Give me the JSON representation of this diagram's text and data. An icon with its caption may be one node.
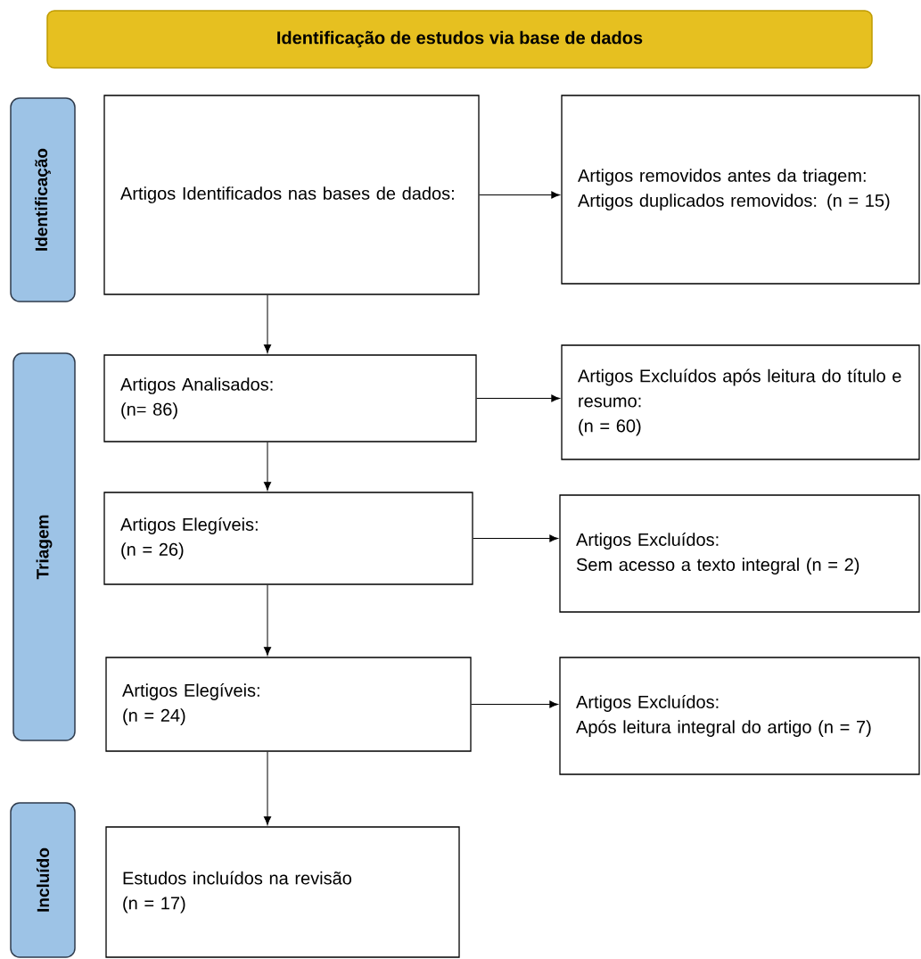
{
  "diagram": {
    "nodes": [
      {
        "text": [
          "Identificação de estudos via base de dados"
        ]
      },
      {
        "text": [
          "Identificação"
        ]
      },
      {
        "text": [
          "Triagem"
        ]
      },
      {
        "text": [
          "Incluído"
        ]
      },
      {
        "text": [
          "Artigos Identificados nas bases de dados:"
        ]
      },
      {
        "text": [
          "Artigos removidos antes da triagem:",
          "Artigos duplicados removidos: (n = 15)"
        ]
      },
      {
        "text": [
          "Artigos Analisados:",
          "(n= 86)"
        ]
      },
      {
        "text": [
          "Artigos Excluídos após leitura do título e resumo:",
          "(n = 60)"
        ]
      },
      {
        "text": [
          "Artigos Elegíveis:",
          "(n = 26)"
        ]
      },
      {
        "text": [
          "Artigos Excluídos:",
          "Sem acesso a texto integral (n = 2)"
        ]
      },
      {
        "text": [
          "Artigos Elegíveis:",
          "(n = 24)"
        ]
      },
      {
        "text": [
          "Artigos Excluídos:",
          "Após leitura integral do artigo (n = 7)"
        ]
      },
      {
        "text": [
          "Estudos incluídos na revisão",
          "(n = 17)"
        ]
      }
    ],
    "edges": [
      {
        "from": 4,
        "to": 5,
        "arrow": "to"
      },
      {
        "from": 4,
        "to": 6,
        "arrow": "to"
      },
      {
        "from": 6,
        "to": 7,
        "arrow": "to"
      },
      {
        "from": 6,
        "to": 8,
        "arrow": "to"
      },
      {
        "from": 8,
        "to": 9,
        "arrow": "to"
      },
      {
        "from": 8,
        "to": 10,
        "arrow": "to"
      },
      {
        "from": 10,
        "to": 11,
        "arrow": "to"
      },
      {
        "from": 10,
        "to": 12,
        "arrow": "to"
      }
    ]
  }
}
